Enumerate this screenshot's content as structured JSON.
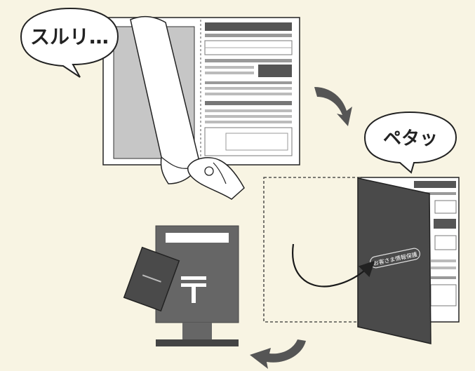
{
  "bubbles": {
    "peel": "スルリ…",
    "stick": "ペタッ"
  },
  "labels": {
    "folder_label": "お客さま情報保護"
  },
  "colors": {
    "background": "#f8f4e3",
    "dark_folder": "#4a4a4a",
    "postbox": "#666666",
    "arrow": "#555555",
    "line": "#1a1a1a",
    "paper": "#ffffff",
    "gray_panel": "#c6c6c6"
  },
  "icons": {
    "hand": "hand-icon",
    "postal_mark": "postal-mark-icon"
  }
}
